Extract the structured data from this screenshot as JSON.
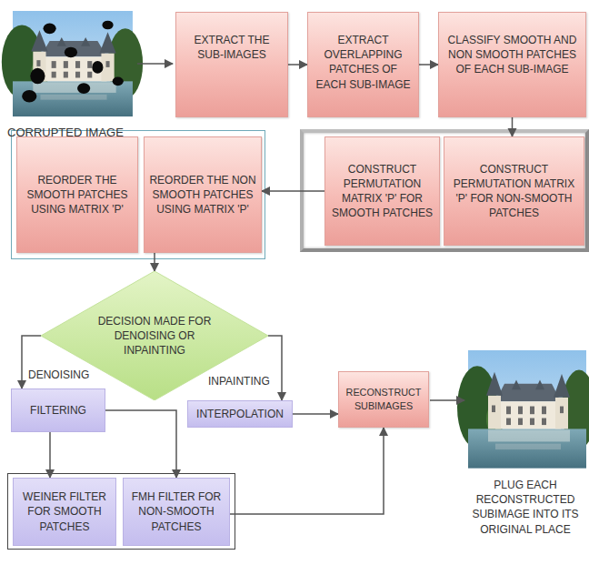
{
  "diagram": {
    "nodes": [
      {
        "text": [
          "EXTRACT THE SUB-IMAGES"
        ]
      },
      {
        "text": [
          "EXTRACT OVERLAPPING PATCHES OF EACH SUB-IMAGE"
        ]
      },
      {
        "text": [
          "CLASSIFY SMOOTH AND NON SMOOTH PATCHES OF EACH SUB-IMAGE"
        ]
      },
      {
        "text": [
          "CONSTRUCT PERMUTATION MATRIX 'P' FOR SMOOTH PATCHES"
        ]
      },
      {
        "text": [
          "CONSTRUCT PERMUTATION MATRIX 'P' FOR NON-SMOOTH PATCHES"
        ]
      },
      {
        "text": [
          "REORDER THE SMOOTH PATCHES USING MATRIX 'P'"
        ]
      },
      {
        "text": [
          "REORDER THE NON SMOOTH PATCHES USING MATRIX 'P'"
        ]
      },
      {
        "text": [
          "DECISION MADE FOR DENOISING OR INPAINTING"
        ]
      },
      {
        "text": [
          "FILTERING"
        ]
      },
      {
        "text": [
          "INTERPOLATION"
        ]
      },
      {
        "text": [
          "RECONSTRUCT SUBIMAGES"
        ]
      },
      {
        "text": [
          "WEINER FILTER FOR SMOOTH PATCHES"
        ]
      },
      {
        "text": [
          "FMH FILTER FOR NON-SMOOTH PATCHES"
        ]
      }
    ],
    "edges": [
      {
        "from": 0,
        "to": 1,
        "arrow": "to"
      },
      {
        "from": 1,
        "to": 2,
        "arrow": "to"
      },
      {
        "from": 2,
        "to": 4,
        "arrow": "to"
      },
      {
        "from": 3,
        "to": 6,
        "arrow": "to"
      },
      {
        "from": 6,
        "to": 7,
        "arrow": "to"
      },
      {
        "from": 7,
        "to": 8,
        "label": "DENOISING",
        "arrow": "to"
      },
      {
        "from": 7,
        "to": 9,
        "label": "INPAINTING",
        "arrow": "to"
      },
      {
        "from": 9,
        "to": 10,
        "arrow": "to"
      },
      {
        "from": 8,
        "to": 11,
        "arrow": "to"
      },
      {
        "from": 8,
        "to": 12,
        "arrow": "to"
      },
      {
        "from": 12,
        "to": 10,
        "arrow": "to"
      }
    ],
    "labels": [
      "CORRUPTED IMAGE",
      "PLUG EACH RECONSTRUCTED SUBIMAGE INTO ITS ORIGINAL PLACE"
    ]
  }
}
